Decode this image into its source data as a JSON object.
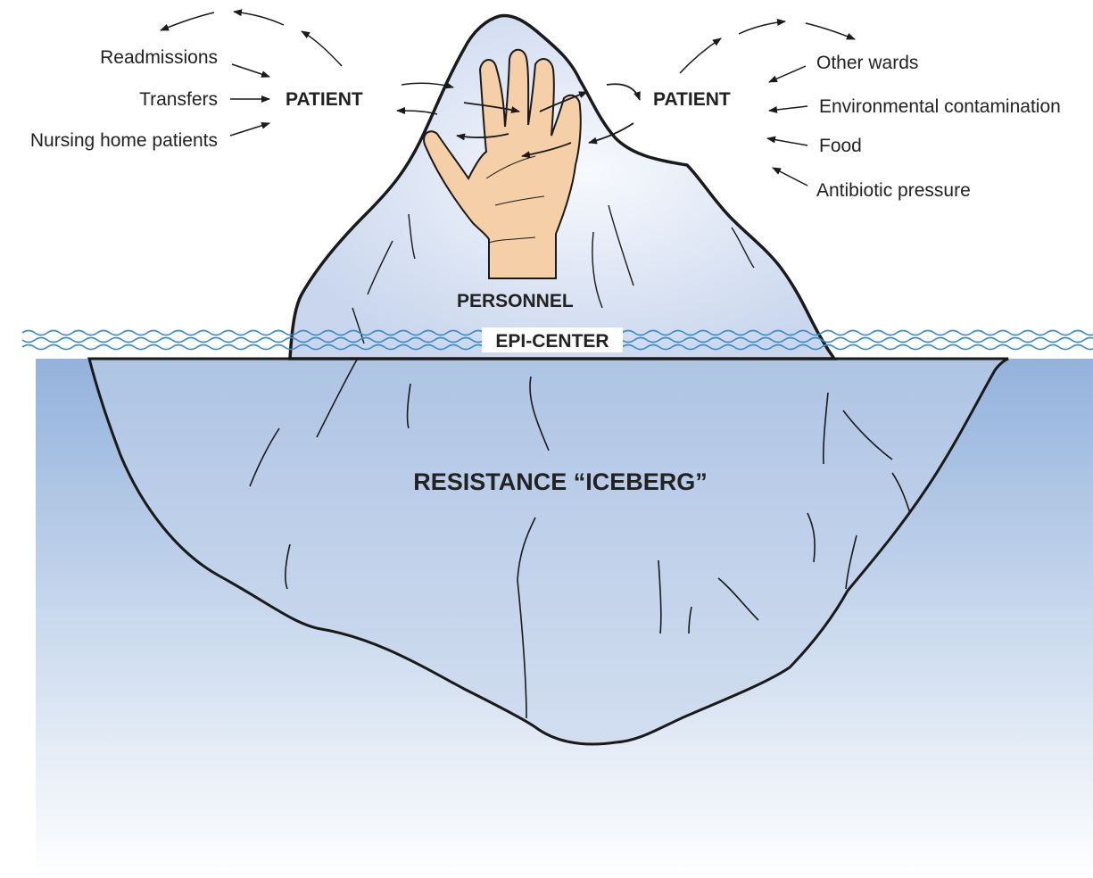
{
  "diagram": {
    "left_sources": [
      "Readmissions",
      "Transfers",
      "Nursing home patients"
    ],
    "right_sources": [
      "Other wards",
      "Environmental contamination",
      "Food",
      "Antibiotic pressure"
    ],
    "left_node": "PATIENT",
    "right_node": "PATIENT",
    "center_node": "PERSONNEL",
    "waterline_label": "EPI-CENTER",
    "iceberg_label": "RESISTANCE “ICEBERG”"
  },
  "colors": {
    "ice_top": "#dfe7f5",
    "ice_highlight": "#f7f9fd",
    "water_top": "#93b2dc",
    "water_bottom": "#ffffff",
    "wave": "#3a8ec8",
    "skin": "#f5cfa8",
    "outline": "#1a1a1a"
  }
}
